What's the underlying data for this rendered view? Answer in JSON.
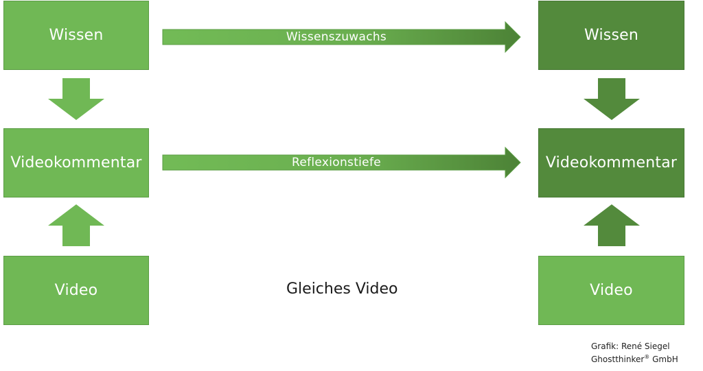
{
  "left_column": {
    "top_box": "Wissen",
    "middle_box": "Videokommentar",
    "bottom_box": "Video"
  },
  "right_column": {
    "top_box": "Wissen",
    "middle_box": "Videokommentar",
    "bottom_box": "Video"
  },
  "arrows": {
    "top_label": "Wissenszuwachs",
    "middle_label": "Reflexionstiefe"
  },
  "center_label": "Gleiches Video",
  "credit": {
    "line1": "Grafik: René Siegel",
    "line2_name": "Ghostthinker",
    "line2_mark": "®",
    "line2_suffix": " GmbH"
  },
  "colors": {
    "light_green": "#70b855",
    "dark_green": "#538a3c"
  }
}
